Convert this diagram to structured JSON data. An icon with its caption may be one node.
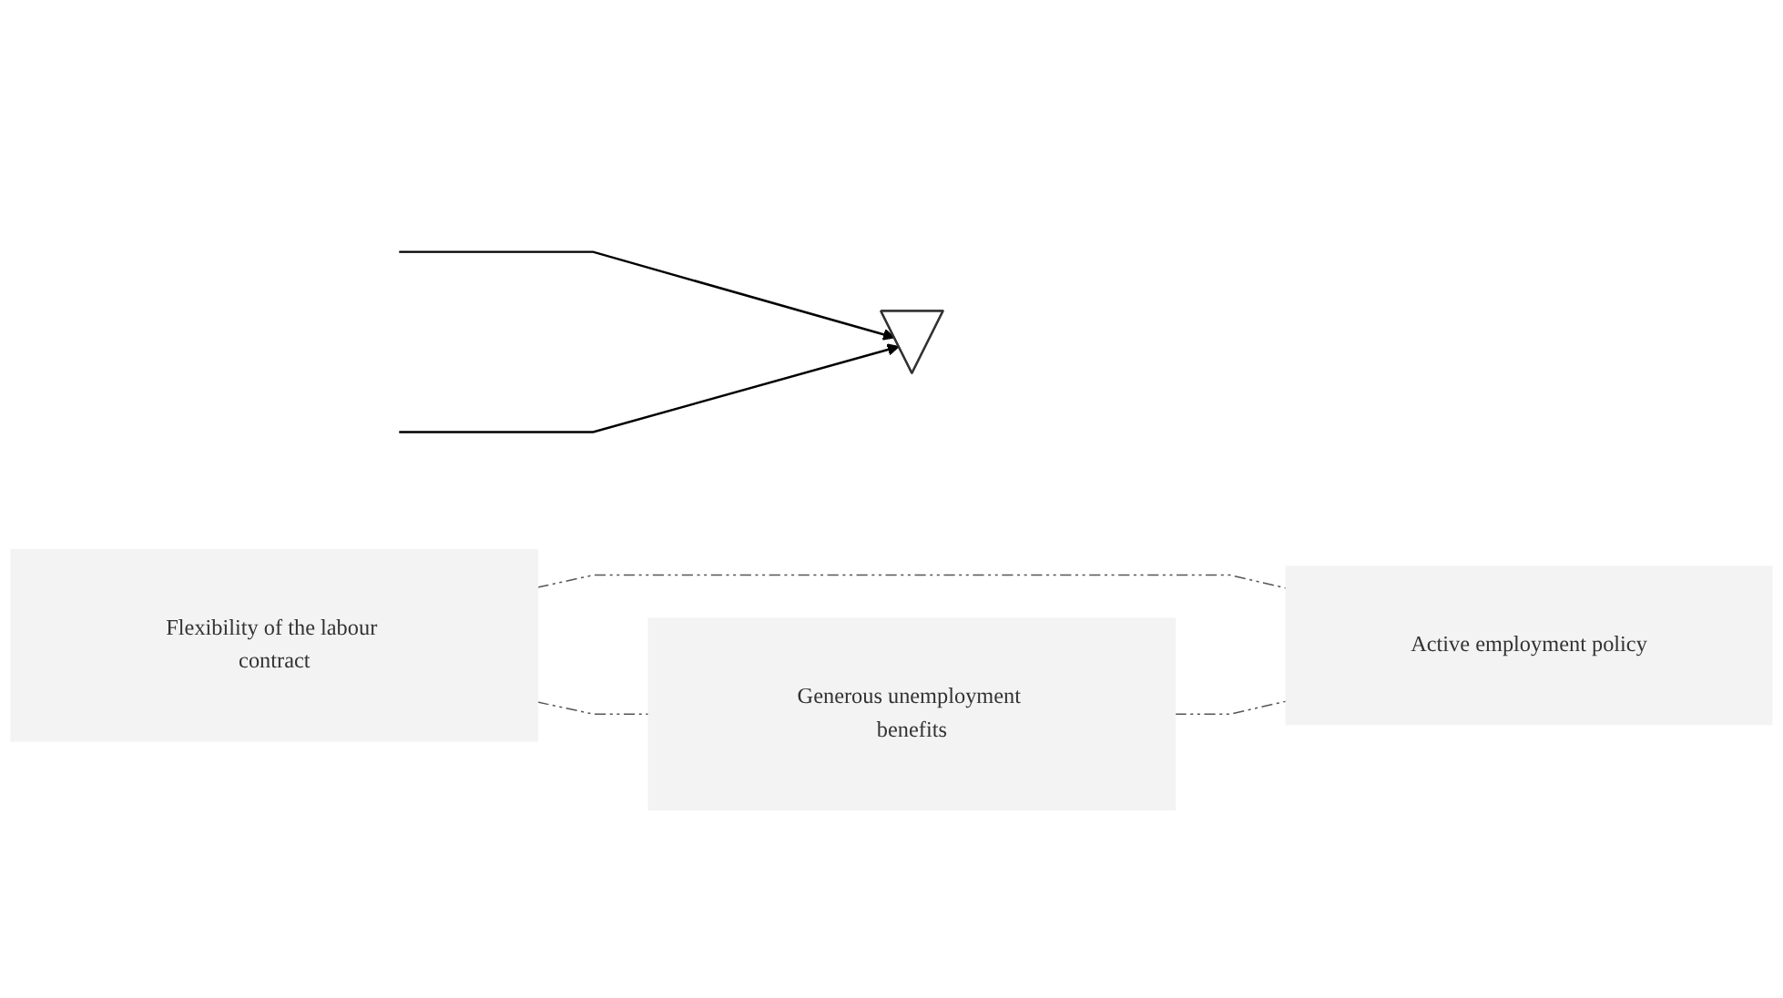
{
  "diagram": {
    "nodes": [
      {
        "text": [],
        "shape": "triangle"
      },
      {
        "text": [
          "Flexibility of the labour contract"
        ]
      },
      {
        "text": [
          "Generous unemployment benefits"
        ]
      },
      {
        "text": [
          "Active employment policy"
        ]
      }
    ],
    "edges": [
      {
        "from": null,
        "to": 0,
        "arrow": "to"
      },
      {
        "from": null,
        "to": 0,
        "arrow": "to"
      },
      {
        "from": 1,
        "to": 2,
        "arrow": "none",
        "style": "dashed"
      },
      {
        "from": 1,
        "to": 3,
        "arrow": "none",
        "style": "dashed"
      },
      {
        "from": 2,
        "to": 3,
        "arrow": "none",
        "style": "dashed"
      }
    ]
  }
}
